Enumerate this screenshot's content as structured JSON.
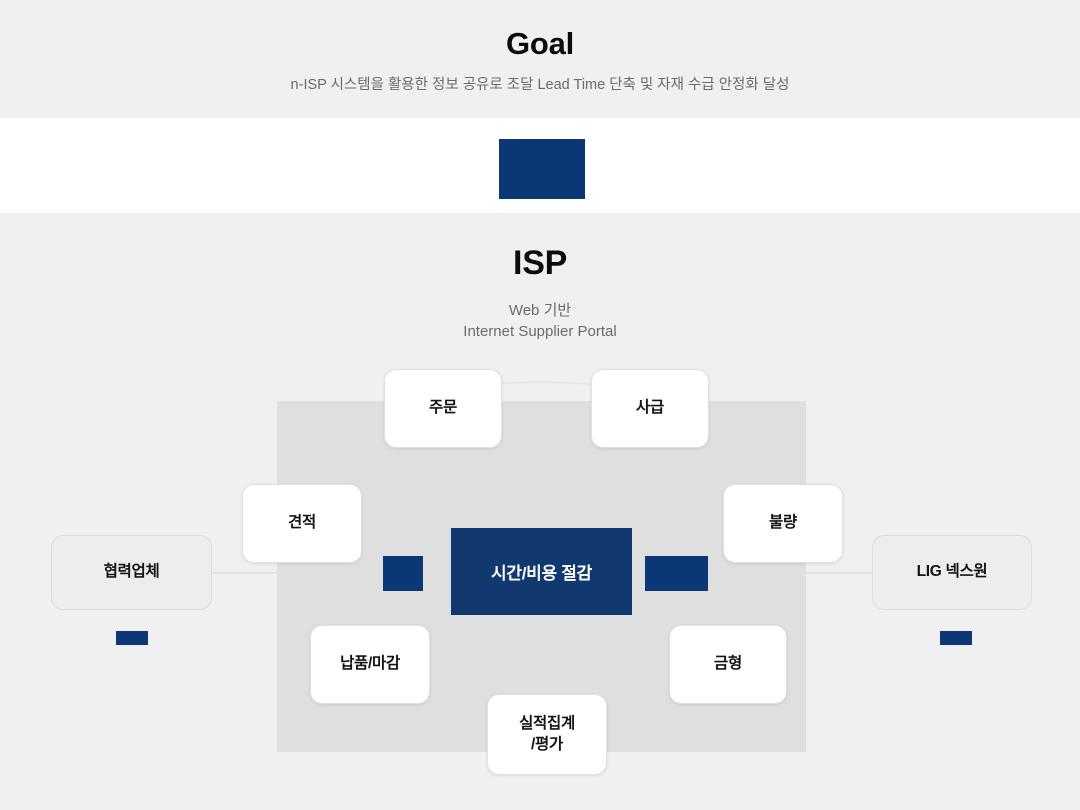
{
  "goal": {
    "title": "Goal",
    "subtitle": "n-ISP 시스템을 활용한 정보 공유로 조달 Lead Time 단축 및 자재 수급 안정화 달성"
  },
  "isp": {
    "title": "ISP",
    "subtitle_line1": "Web 기반",
    "subtitle_line2": "Internet Supplier Portal"
  },
  "center": {
    "label": "시간/비용 절감"
  },
  "actors": {
    "left": "협력업체",
    "right": "LIG 넥스원"
  },
  "nodes": {
    "order": "주문",
    "supply": "사급",
    "quote": "견적",
    "defect": "불량",
    "delivery": "납품/마감",
    "mold": "금형",
    "performance": "실적집계\n/평가",
    "performance_line1": "실적집계",
    "performance_line2": "/평가"
  },
  "colors": {
    "navy": "#0b3777",
    "center_navy": "#11386f",
    "band_gray": "#f0f0f0",
    "panel_gray": "#dfdfdf",
    "actor_gray": "#ededed",
    "text_dark": "#0d0d0d",
    "text_muted": "#6b6b6b"
  }
}
